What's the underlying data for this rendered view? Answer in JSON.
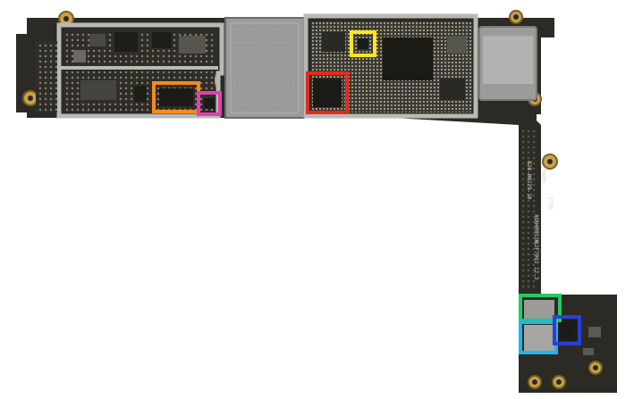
{
  "photo": {
    "subject": "smartphone logic board, top side",
    "background": "#ffffff",
    "board_color": "#2b2a24",
    "shield_color": "#9a9a98"
  },
  "silkscreen": {
    "line1": "820-00229-10",
    "line2": "AGN4R0S3K",
    "line3": "HARM",
    "line4": "3716",
    "line5": "62F7093 12.3"
  },
  "highlight_boxes": [
    {
      "name": "orange-box",
      "color": "#f58a1f"
    },
    {
      "name": "pink-box",
      "color": "#e040b0"
    },
    {
      "name": "yellow-box",
      "color": "#ffe61a"
    },
    {
      "name": "red-box",
      "color": "#e02b1e"
    },
    {
      "name": "green-box",
      "color": "#22cc66"
    },
    {
      "name": "cyan-box",
      "color": "#22b5e8"
    },
    {
      "name": "blue-box",
      "color": "#2a3fd9"
    }
  ]
}
